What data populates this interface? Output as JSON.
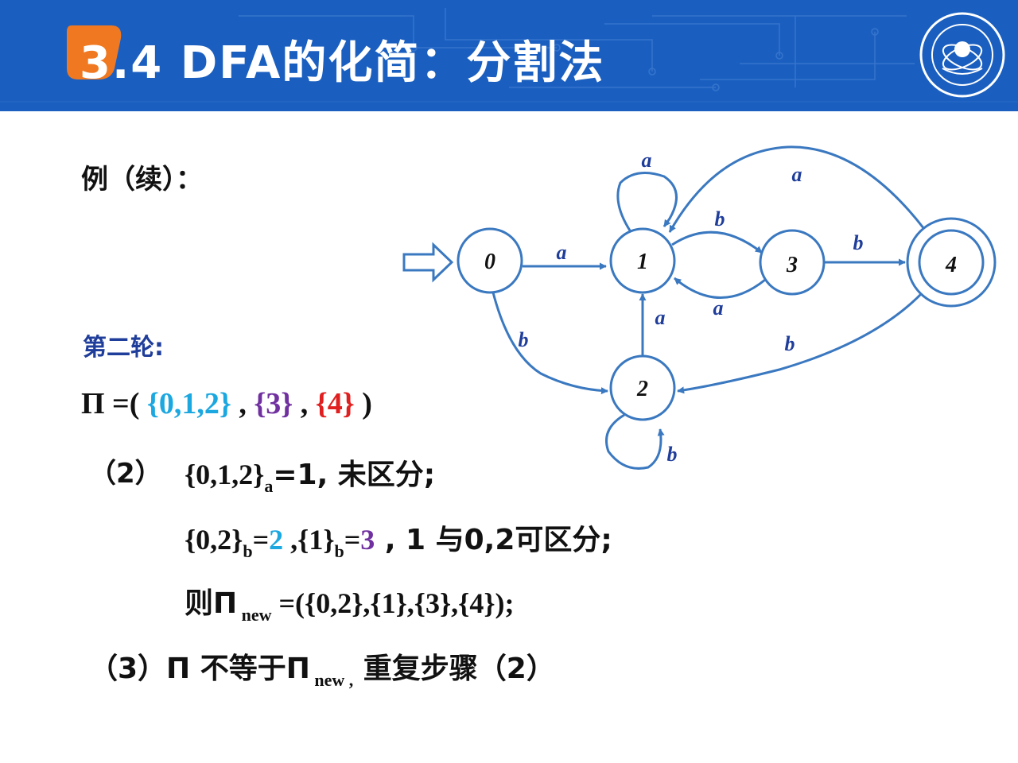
{
  "header": {
    "title": "3.4 DFA的化简：分割法",
    "badge_color": "#f07820",
    "bg_color": "#1a5fc0"
  },
  "content": {
    "example_label": "例（续）：",
    "round_label": "第二轮:",
    "pi_prefix": "Π =( ",
    "set_012": "{0,1,2}",
    "sep1": " , ",
    "set_3": "{3}",
    "sep2": " , ",
    "set_4": "{4}",
    "pi_suffix": " )",
    "step2_num": "（2）",
    "line1_set": "{0,1,2}",
    "line1_sub": "a",
    "line1_rest": "=1, 未区分;",
    "line2_set": "{0,2}",
    "line2_sub": "b",
    "line2_eq": "=",
    "line2_val1": "2",
    "line2_mid": " ,{1}",
    "line2_sub2": "b",
    "line2_eq2": "=",
    "line2_val2": "3",
    "line2_rest": " , 1 与0,2可区分;",
    "line3_prefix": "则Π",
    "line3_sub": " new",
    "line3_rest": " =({0,2},{1},{3},{4});",
    "line4_prefix": "（3）Π 不等于Π",
    "line4_sub": " new ,",
    "line4_rest": " 重复步骤（2）"
  },
  "diagram": {
    "states": [
      "0",
      "1",
      "2",
      "3",
      "4"
    ],
    "edge_labels": {
      "e01": "a",
      "e11": "a",
      "e13": "b",
      "e31": "a",
      "e34": "b",
      "e41": "a",
      "e02": "b",
      "e21": "a",
      "e42": "b",
      "e22": "b"
    },
    "edge_color": "#3a78c0",
    "label_color": "#1f3d9a"
  }
}
